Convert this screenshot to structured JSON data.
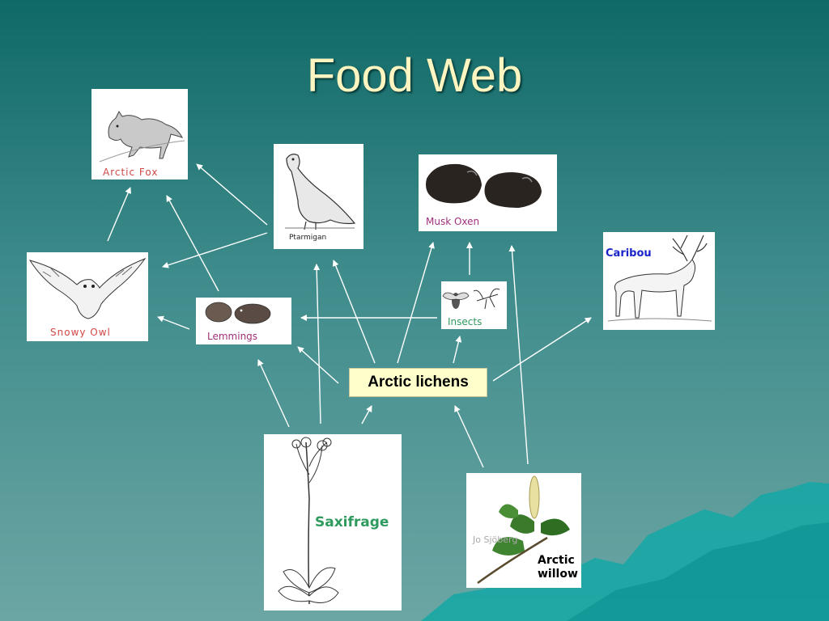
{
  "slide": {
    "title": "Food Web"
  },
  "organisms": {
    "arctic_fox": "Arctic Fox",
    "ptarmigan": "Ptarmigan",
    "musk_oxen": "Musk Oxen",
    "caribou": "Caribou",
    "snowy_owl": "Snowy Owl",
    "lemmings": "Lemmings",
    "insects": "Insects",
    "arctic_lichens": "Arctic lichens",
    "saxifrage": "Saxifrage",
    "arctic_willow_line1": "Arctic",
    "arctic_willow_line2": "willow",
    "photo_credit": "Jo         Sjöberg"
  },
  "colors": {
    "bg_top": "#0f6966",
    "bg_bottom": "#6ca6a4",
    "title": "#fff5c0",
    "label_red": "#d04848",
    "label_purple": "#a0307a",
    "label_green": "#2e9a5e",
    "label_blue": "#1a24c8",
    "lichen_box": "#ffffcc",
    "mountain": "#14a8a6"
  }
}
